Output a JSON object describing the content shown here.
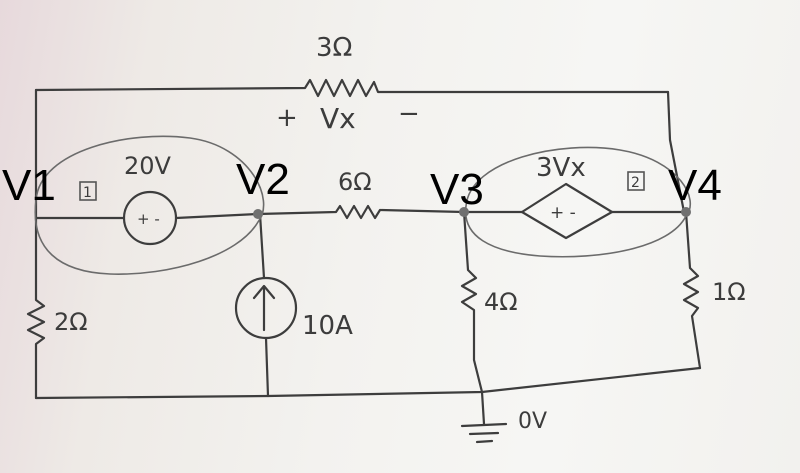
{
  "circuit": {
    "nodes": {
      "v1": "V1",
      "v2": "V2",
      "v3": "V3",
      "v4": "V4",
      "ground": "0V"
    },
    "supernode_labels": {
      "s1": "1",
      "s2": "2"
    },
    "resistors": {
      "top": "3Ω",
      "mid": "6Ω",
      "left": "2Ω",
      "right_mid": "4Ω",
      "right": "1Ω"
    },
    "sources": {
      "voltage": "20V",
      "voltage_polarity": "+ -",
      "current": "10A",
      "dependent": "3Vx",
      "dependent_polarity": "+ -"
    },
    "annotations": {
      "vx_plus": "+",
      "vx_label": "Vx",
      "vx_minus": "−"
    }
  }
}
